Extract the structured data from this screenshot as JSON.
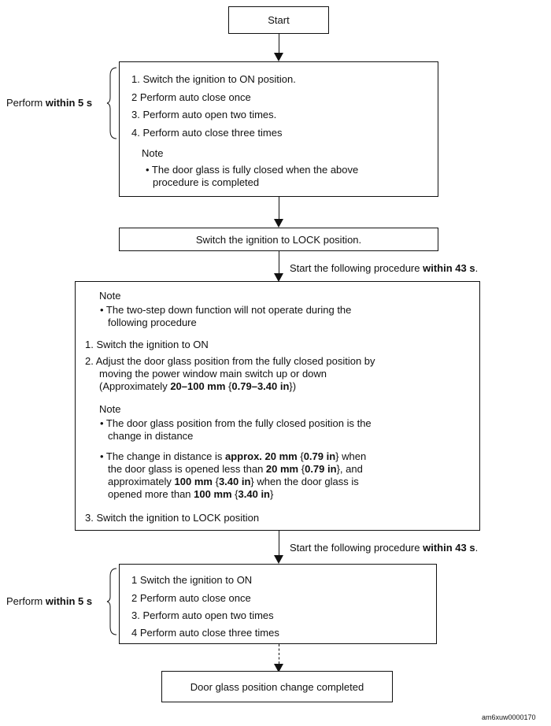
{
  "start": "Start",
  "block1": {
    "side_label": "Perform",
    "side_bold": "within 5 s",
    "steps": [
      "1. Switch the ignition to ON position.",
      "2  Perform auto close once",
      "3. Perform auto open two times.",
      "4. Perform auto close three times"
    ],
    "note_title": "Note",
    "note_line1": "• The door glass is fully closed when the above",
    "note_line2": "procedure is completed"
  },
  "lock_box": "Switch the ignition to LOCK position.",
  "between1": {
    "text": "Start the following procedure ",
    "bold": "within 43 s",
    "end": "."
  },
  "block2": {
    "note1_title": "Note",
    "note1_line1": "• The two-step down function will not operate during the",
    "note1_line2": "following procedure",
    "step1": "1.  Switch the ignition to ON",
    "step2_line1": "2.  Adjust the door glass position from the fully closed position by",
    "step2_line2": "moving the power window main switch up or down",
    "step2_line3a": "(Approximately ",
    "step2_line3b": "20–100 mm",
    "step2_line3c": " {",
    "step2_line3d": "0.79–3.40 in",
    "step2_line3e": "})",
    "note2_title": "Note",
    "note2_b1_line1": "• The door glass position from the fully closed position is the",
    "note2_b1_line2": "change in distance",
    "note2_b2_l1a": "• The change in distance is ",
    "note2_b2_l1b": "approx. 20 mm",
    "note2_b2_l1c": " {",
    "note2_b2_l1d": "0.79 in",
    "note2_b2_l1e": "} when",
    "note2_b2_l2a": "the door glass is opened less than ",
    "note2_b2_l2b": "20 mm",
    "note2_b2_l2c": " {",
    "note2_b2_l2d": "0.79 in",
    "note2_b2_l2e": "}, and",
    "note2_b2_l3a": "approximately ",
    "note2_b2_l3b": "100 mm",
    "note2_b2_l3c": " {",
    "note2_b2_l3d": "3.40 in",
    "note2_b2_l3e": "} when the door glass is",
    "note2_b2_l4a": "opened more than ",
    "note2_b2_l4b": "100 mm",
    "note2_b2_l4c": " {",
    "note2_b2_l4d": "3.40 in",
    "note2_b2_l4e": "}",
    "step3": "3.  Switch the ignition to LOCK position"
  },
  "between2": {
    "text": "Start the following procedure ",
    "bold": "within 43 s",
    "end": "."
  },
  "block3": {
    "side_label": "Perform",
    "side_bold": "within 5 s",
    "steps": [
      "1  Switch the ignition to ON",
      "2  Perform auto close once",
      "3. Perform auto open two times",
      "4  Perform auto close three times"
    ]
  },
  "end": "Door glass position change completed",
  "image_code": "am6xuw0000170"
}
